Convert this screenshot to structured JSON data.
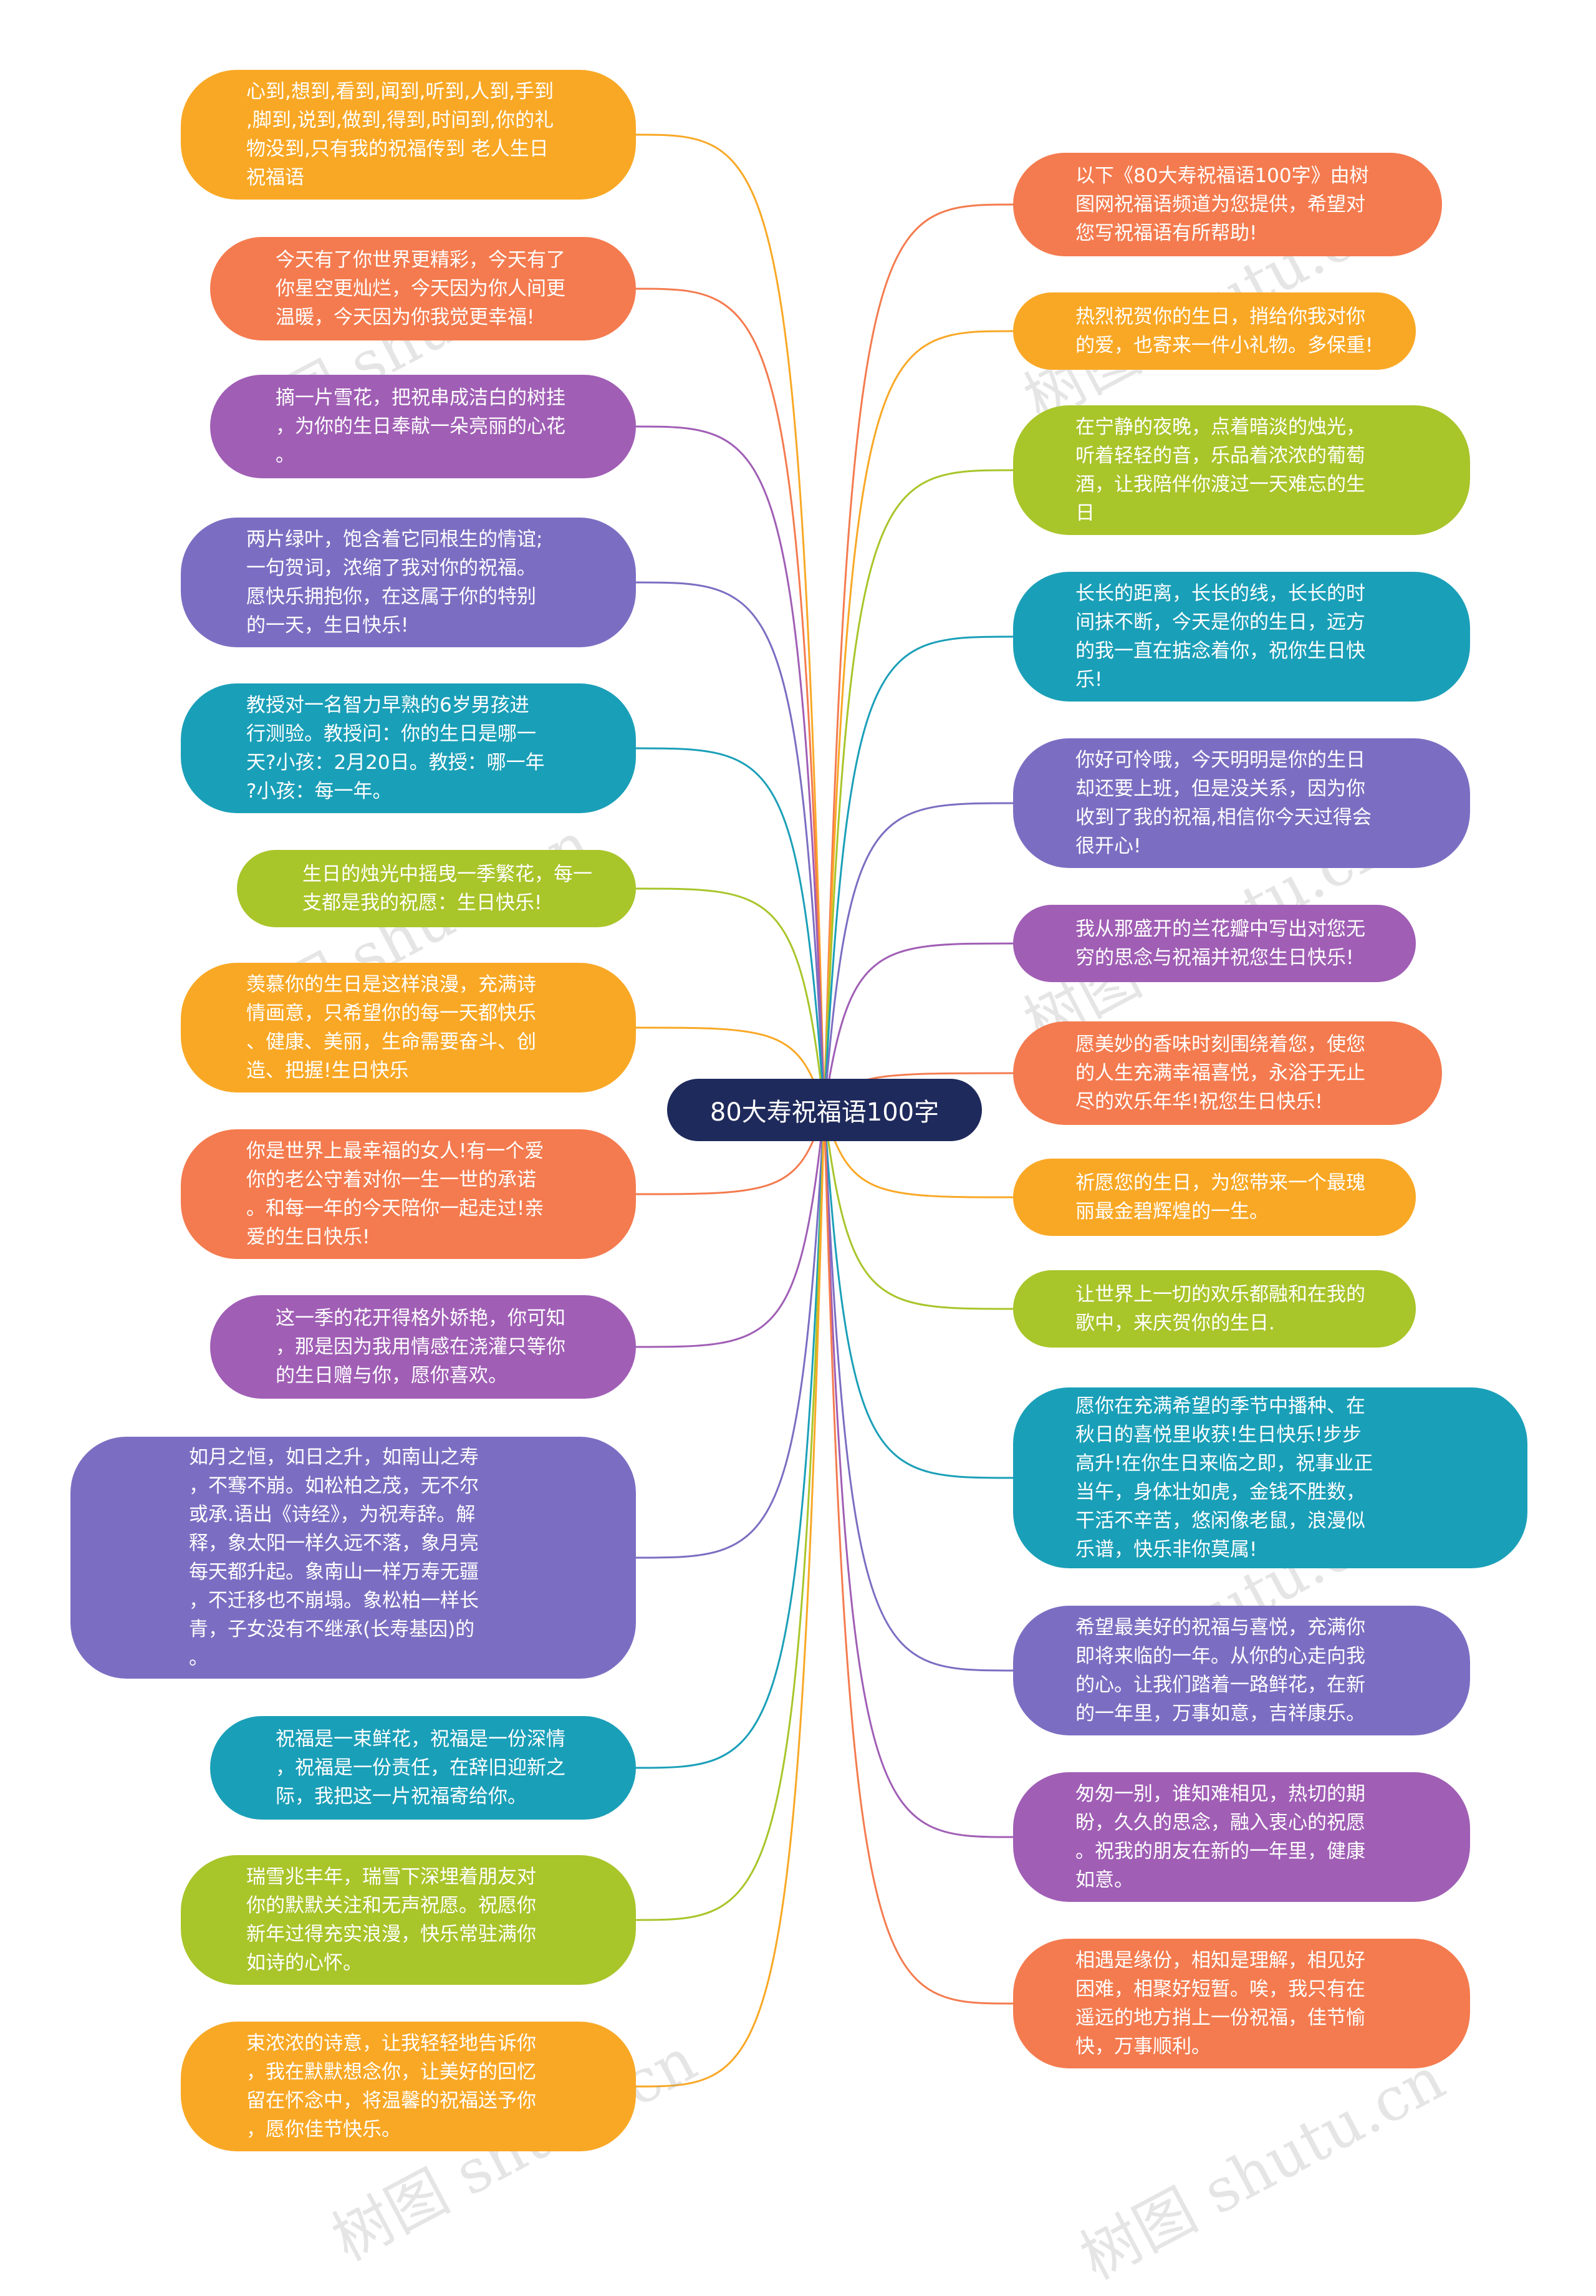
{
  "root": {
    "text": "80大寿祝福语100字"
  },
  "colors": {
    "root": "#1f2a5c",
    "orange": "#f9a825",
    "coral": "#f47b4f",
    "purple": "#a05eb5",
    "indigo": "#7b6ec2",
    "teal": "#1a9fb8",
    "green": "#a8c52a"
  },
  "left_nodes": [
    {
      "text": "心到,想到,看到,闻到,听到,人到,手到\n,脚到,说到,做到,得到,时间到,你的礼\n物没到,只有我的祝福传到 老人生日\n祝福语",
      "color": "orange"
    },
    {
      "text": "今天有了你世界更精彩，今天有了\n你星空更灿烂，今天因为你人间更\n温暖，今天因为你我觉更幸福!",
      "color": "coral"
    },
    {
      "text": "摘一片雪花，把祝串成洁白的树挂\n，为你的生日奉献一朵亮丽的心花\n。",
      "color": "purple"
    },
    {
      "text": "两片绿叶，饱含着它同根生的情谊;\n一句贺词，浓缩了我对你的祝福。\n愿快乐拥抱你，在这属于你的特别\n的一天，生日快乐!",
      "color": "indigo"
    },
    {
      "text": "教授对一名智力早熟的6岁男孩进\n行测验。教授问：你的生日是哪一\n天?小孩：2月20日。教授：哪一年\n?小孩：每一年。",
      "color": "teal"
    },
    {
      "text": "生日的烛光中摇曳一季繁花，每一\n支都是我的祝愿：生日快乐!",
      "color": "green"
    },
    {
      "text": "羡慕你的生日是这样浪漫，充满诗\n情画意，只希望你的每一天都快乐\n、健康、美丽，生命需要奋斗、创\n造、把握!生日快乐",
      "color": "orange"
    },
    {
      "text": "你是世界上最幸福的女人!有一个爱\n你的老公守着对你一生一世的承诺\n。和每一年的今天陪你一起走过!亲\n爱的生日快乐!",
      "color": "coral"
    },
    {
      "text": "这一季的花开得格外娇艳，你可知\n，那是因为我用情感在浇灌只等你\n的生日赠与你，愿你喜欢。",
      "color": "purple"
    },
    {
      "text": "如月之恒，如日之升，如南山之寿\n，不骞不崩。如松柏之茂，无不尔\n或承.语出《诗经》，为祝寿辞。解\n释，象太阳一样久远不落，象月亮\n每天都升起。象南山一样万寿无疆\n，不迁移也不崩塌。象松柏一样长\n青，子女没有不继承(长寿基因)的\n。",
      "color": "indigo"
    },
    {
      "text": "祝福是一束鲜花，祝福是一份深情\n，祝福是一份责任，在辞旧迎新之\n际，我把这一片祝福寄给你。",
      "color": "teal"
    },
    {
      "text": "瑞雪兆丰年，瑞雪下深埋着朋友对\n你的默默关注和无声祝愿。祝愿你\n新年过得充实浪漫，快乐常驻满你\n如诗的心怀。",
      "color": "green"
    },
    {
      "text": "束浓浓的诗意，让我轻轻地告诉你\n，我在默默想念你，让美好的回忆\n留在怀念中，将温馨的祝福送予你\n，愿你佳节快乐。",
      "color": "orange"
    }
  ],
  "right_nodes": [
    {
      "text": "以下《80大寿祝福语100字》由树\n图网祝福语频道为您提供，希望对\n您写祝福语有所帮助!",
      "color": "coral"
    },
    {
      "text": "热烈祝贺你的生日，捎给你我对你\n的爱，也寄来一件小礼物。多保重!",
      "color": "orange"
    },
    {
      "text": "在宁静的夜晚，点着暗淡的烛光，\n听着轻轻的音，乐品着浓浓的葡萄\n酒，让我陪伴你渡过一天难忘的生\n日",
      "color": "green"
    },
    {
      "text": "长长的距离，长长的线，长长的时\n间抹不断，今天是你的生日，远方\n的我一直在掂念着你，祝你生日快\n乐!",
      "color": "teal"
    },
    {
      "text": "你好可怜哦，今天明明是你的生日\n却还要上班，但是没关系，因为你\n收到了我的祝福,相信你今天过得会\n很开心!",
      "color": "indigo"
    },
    {
      "text": "我从那盛开的兰花瓣中写出对您无\n穷的思念与祝福并祝您生日快乐!",
      "color": "purple"
    },
    {
      "text": "愿美妙的香味时刻围绕着您，使您\n的人生充满幸福喜悦，永浴于无止\n尽的欢乐年华!祝您生日快乐!",
      "color": "coral"
    },
    {
      "text": "祈愿您的生日，为您带来一个最瑰\n丽最金碧辉煌的一生。",
      "color": "orange"
    },
    {
      "text": "让世界上一切的欢乐都融和在我的\n歌中，来庆贺你的生日.",
      "color": "green"
    },
    {
      "text": "愿你在充满希望的季节中播种、在\n秋日的喜悦里收获!生日快乐!步步\n高升!在你生日来临之即，祝事业正\n当午，身体壮如虎，金钱不胜数，\n干活不辛苦，悠闲像老鼠，浪漫似\n乐谱，快乐非你莫属!",
      "color": "teal"
    },
    {
      "text": "希望最美好的祝福与喜悦，充满你\n即将来临的一年。从你的心走向我\n的心。让我们踏着一路鲜花，在新\n的一年里，万事如意，吉祥康乐。",
      "color": "indigo"
    },
    {
      "text": "匆匆一别，谁知难相见，热切的期\n盼，久久的思念，融入衷心的祝愿\n。祝我的朋友在新的一年里，健康\n如意。",
      "color": "purple"
    },
    {
      "text": "相遇是缘份，相知是理解，相见好\n困难，相聚好短暂。唉，我只有在\n遥远的地方捎上一份祝福，佳节愉\n快，万事顺利。",
      "color": "coral"
    }
  ],
  "watermark": "树图 shutu.cn"
}
